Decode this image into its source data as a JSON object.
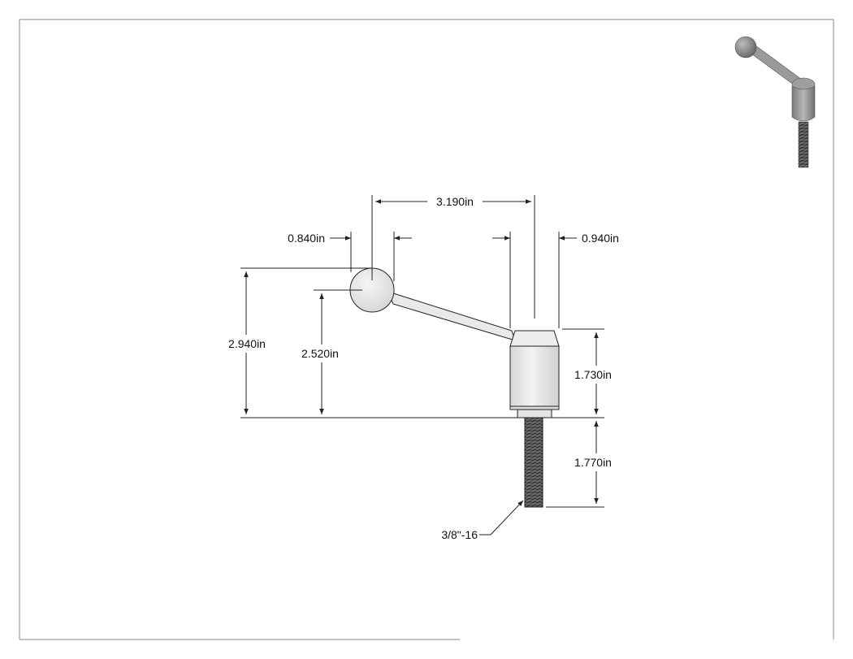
{
  "colors": {
    "line": "#222222",
    "frame": "#888888",
    "part_fill": "#e6e6e6",
    "part_shade": "#c9c9c9",
    "thread": "#555555"
  },
  "dimensions": {
    "overall_width": "3.190in",
    "ball_diameter": "0.840in",
    "hub_diameter": "0.940in",
    "overall_height": "2.940in",
    "ball_center_height": "2.520in",
    "hub_height": "1.730in",
    "thread_length": "1.770in"
  },
  "callouts": {
    "thread_spec": "3/8\"-16"
  },
  "icons": {
    "isometric_view": "adjustable-handle-isometric-icon"
  }
}
